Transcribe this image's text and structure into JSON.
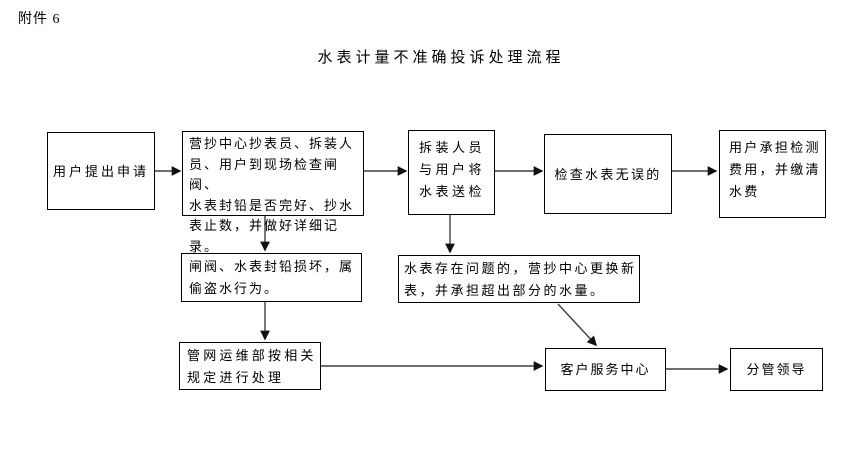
{
  "attachment_label": "附件 6",
  "title": "水表计量不准确投诉处理流程",
  "boxes": {
    "user_request": "用户提出申请",
    "site_check": "营抄中心抄表员、拆装人\n员、用户到现场检查闸阀、\n水表封铅是否完好、抄水\n表止数，并做好详细记录。",
    "send_meter": "拆装人员\n与用户将\n水表送检",
    "verify_ok": "检查水表无误的",
    "user_pay": "用户承担检测\n费用，并缴清\n水费",
    "seal_broken": "闸阀、水表封铅损坏，属\n偷盗水行为。",
    "meter_problem": "水表存在问题的，营抄中心更换新\n表，并承担超出部分的水量。",
    "pipe_dept": "管网运维部按相关\n规定进行处理",
    "service_center": "客户服务中心",
    "leader": "分管领导"
  },
  "edges": [
    {
      "from": "user_request",
      "to": "site_check"
    },
    {
      "from": "site_check",
      "to": "send_meter"
    },
    {
      "from": "send_meter",
      "to": "verify_ok"
    },
    {
      "from": "verify_ok",
      "to": "user_pay"
    },
    {
      "from": "site_check",
      "to": "seal_broken"
    },
    {
      "from": "seal_broken",
      "to": "pipe_dept"
    },
    {
      "from": "send_meter",
      "to": "meter_problem"
    },
    {
      "from": "pipe_dept",
      "to": "service_center"
    },
    {
      "from": "meter_problem",
      "to": "service_center"
    },
    {
      "from": "service_center",
      "to": "leader"
    }
  ],
  "colors": {
    "background": "#ffffff",
    "border": "#000000",
    "text": "#000000",
    "line": "#3f3f3f"
  }
}
